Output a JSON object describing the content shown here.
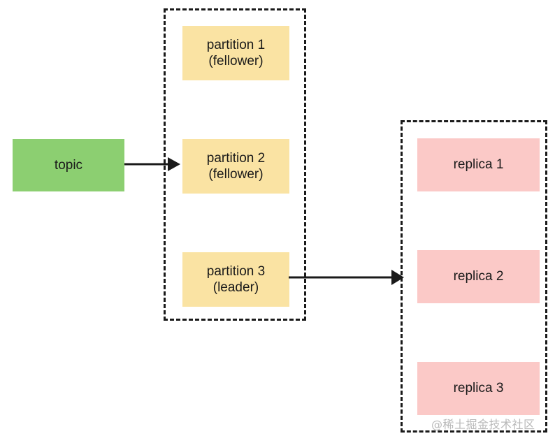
{
  "diagram": {
    "title": "kafka topic partition replica diagram",
    "background": "#ffffff",
    "colors": {
      "topic_fill": "#8ccf71",
      "partition_fill": "#fae3a3",
      "replica_fill": "#fbc9c7",
      "stroke": "#1a1a1a",
      "watermark": "#b9b9b9"
    }
  },
  "topic": {
    "label": "topic"
  },
  "partition_group": {
    "items": [
      {
        "label": "partition 1\n(fellower)",
        "name": "partition-1",
        "role": "fellower"
      },
      {
        "label": "partition 2\n(fellower)",
        "name": "partition-2",
        "role": "fellower"
      },
      {
        "label": "partition 3\n(leader)",
        "name": "partition-3",
        "role": "leader"
      }
    ]
  },
  "replica_group": {
    "items": [
      {
        "label": "replica 1",
        "name": "replica-1"
      },
      {
        "label": "replica 2",
        "name": "replica-2"
      },
      {
        "label": "replica 3",
        "name": "replica-3"
      }
    ]
  },
  "arrows": [
    {
      "name": "topic-to-partitions",
      "from": "topic",
      "to": "partition-group"
    },
    {
      "name": "partition3-to-replicas",
      "from": "partition-3",
      "to": "replica-group"
    }
  ],
  "watermark": {
    "text": "@稀土掘金技术社区"
  }
}
